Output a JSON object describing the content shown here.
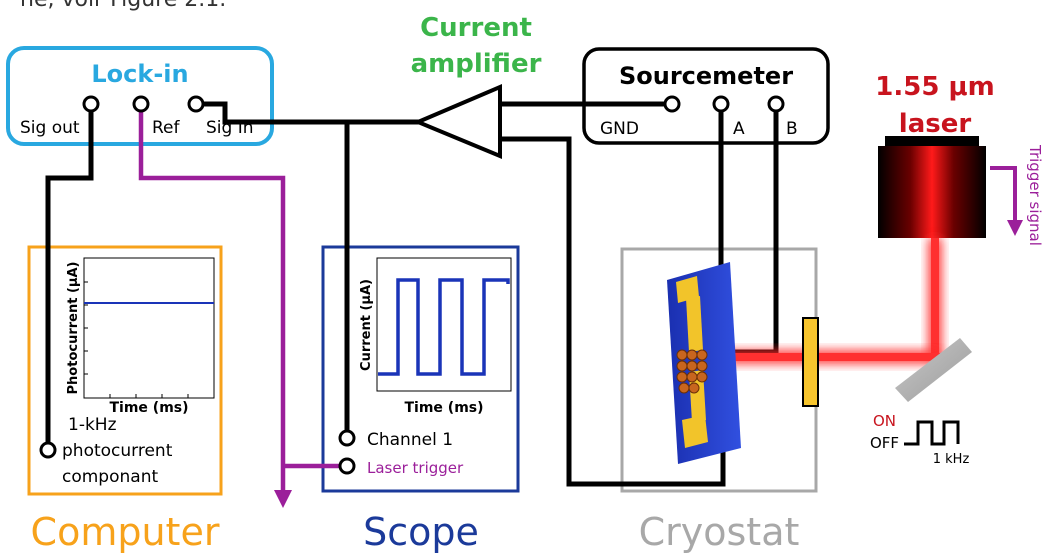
{
  "header_fragment": "ne, voir Figure 2.1.",
  "colors": {
    "lockin": "#29a8e0",
    "amplifier": "#3bb54a",
    "computer": "#f7a21b",
    "scope": "#1b3a9a",
    "cryostat": "#a8a8a8",
    "laser_label": "#c8141e",
    "trigger": "#9b1f9a",
    "wire": "#000000",
    "trace": "#1a34b8"
  },
  "lockin": {
    "title": "Lock-in",
    "ports": [
      "Sig out",
      "Ref",
      "Sig In"
    ]
  },
  "amplifier": {
    "line1": "Current",
    "line2": "amplifier"
  },
  "sourcemeter": {
    "title": "Sourcemeter",
    "ports": [
      "GND",
      "A",
      "B"
    ]
  },
  "laser": {
    "line1": "1.55 μm",
    "line2": "laser",
    "trigger_label": "Trigger signal"
  },
  "computer": {
    "name": "Computer",
    "plot": {
      "ylabel": "Photocurrent (μA)",
      "xlabel": "Time (ms)"
    },
    "input_line1": "1-kHz",
    "input_line2": "photocurrent",
    "input_line3": "componant"
  },
  "scope": {
    "name": "Scope",
    "plot": {
      "ylabel": "Current (μA)",
      "xlabel": "Time (ms)"
    },
    "channel1": "Channel 1",
    "laser_trigger": "Laser trigger"
  },
  "cryostat": {
    "name": "Cryostat"
  },
  "modulation": {
    "on": "ON",
    "off": "OFF",
    "freq": "1 kHz"
  }
}
